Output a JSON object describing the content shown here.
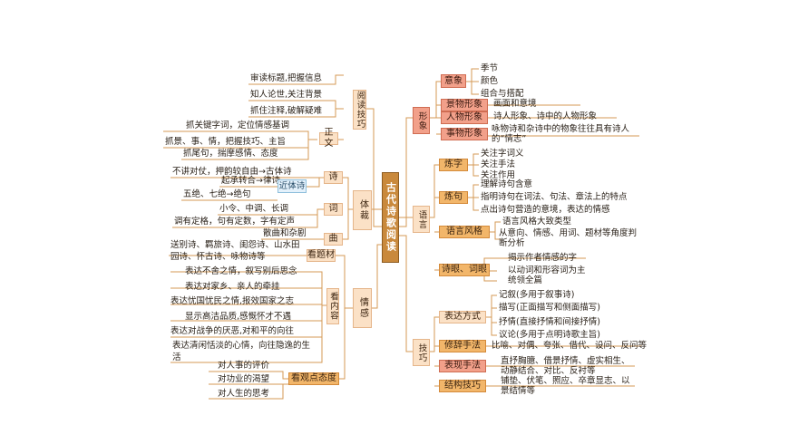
{
  "center": "古代诗歌阅读",
  "left": {
    "yuedu": {
      "label": "阅读技巧",
      "items": [
        "审读标题,把握信息",
        "知人论世,关注背景",
        "抓住注释,破解疑难"
      ],
      "gongwen": {
        "label": "正文",
        "items": [
          "抓关键字词，定位情感基调",
          "抓景、事、情，把握技巧、主旨",
          "抓尾句，揣摩感情、态度"
        ]
      }
    },
    "ticai": {
      "label": "体裁",
      "shi": {
        "label": "诗",
        "item1": "不讲对仗，押韵较自由→古体诗",
        "item2": "起承转合→律诗",
        "item3": "五绝、七绝→绝句",
        "jinti": "近体诗"
      },
      "ci": {
        "label": "词",
        "items": [
          "小令、中调、长调",
          "调有定格，句有定数，字有定声"
        ]
      },
      "qu": {
        "label": "曲",
        "item": "散曲和杂剧"
      }
    },
    "qinggan": {
      "label": "情感",
      "ticai": {
        "label": "看题材",
        "text": "送别诗、羁旅诗、闺怨诗、山水田园诗、怀古诗、咏物诗等"
      },
      "neirong": {
        "label": "看内容",
        "items": [
          "表达不舍之情，叙写别后思念",
          "表达对家乡、亲人的牵挂",
          "表达忧国忧民之情,报效国家之志",
          "显示高洁品质,感慨怀才不遇",
          "表达对战争的厌恶,对和平的向往",
          "表达清闲恬淡的心情，向往隐逸的生活"
        ]
      },
      "taidu": {
        "label": "看观点态度",
        "items": [
          "对人事的评价",
          "对功业的渴望",
          "对人生的思考"
        ]
      }
    }
  },
  "right": {
    "xingxiang": {
      "label": "形象",
      "yixiang": {
        "label": "意象",
        "items": [
          "季节",
          "颜色",
          "组合与搭配"
        ]
      },
      "jingwu": {
        "label": "景物形象",
        "item": "画面和意境"
      },
      "renwu": {
        "label": "人物形象",
        "item": "诗人形象、诗中的人物形象"
      },
      "shiwu": {
        "label": "事物形象",
        "item": "咏物诗和杂诗中的物象往往具有诗人的“情志”"
      }
    },
    "yuyan": {
      "label": "语言",
      "lianzi": {
        "label": "炼字",
        "items": [
          "关注字词义",
          "关注手法",
          "关注作用"
        ]
      },
      "lianju": {
        "label": "炼句",
        "items": [
          "理解诗句含意",
          "指明诗句在词法、句法、章法上的特点",
          "点出诗句营造的意境，表达的情感"
        ]
      },
      "fengge": {
        "label": "语言风格",
        "items": [
          "语言风格大致类型",
          "从意向、情感、用词、题材等角度判断分析"
        ]
      },
      "shiyan": {
        "label": "诗眼、词眼",
        "items": [
          "揭示作者情感的字",
          "以动词和形容词为主",
          "统领全篇"
        ]
      }
    },
    "jiqiao": {
      "label": "技巧",
      "biaoda": {
        "label": "表达方式",
        "items": [
          "记叙(多用于叙事诗)",
          "描写(正面描写和侧面描写)",
          "抒情(直接抒情和间接抒情)",
          "议论(多用于点明诗歌主旨)"
        ]
      },
      "xiuci": {
        "label": "修辞手法",
        "item": "比喻、对偶、夸张、借代、设问、反问等"
      },
      "biaoxian": {
        "label": "表现手法",
        "item": "直抒胸臆、借景抒情、虚实相生、动静结合、对比、反衬等"
      },
      "jiegou": {
        "label": "结构技巧",
        "item": "铺垫、伏笔、照应、卒章显志、以景结情等"
      }
    }
  }
}
